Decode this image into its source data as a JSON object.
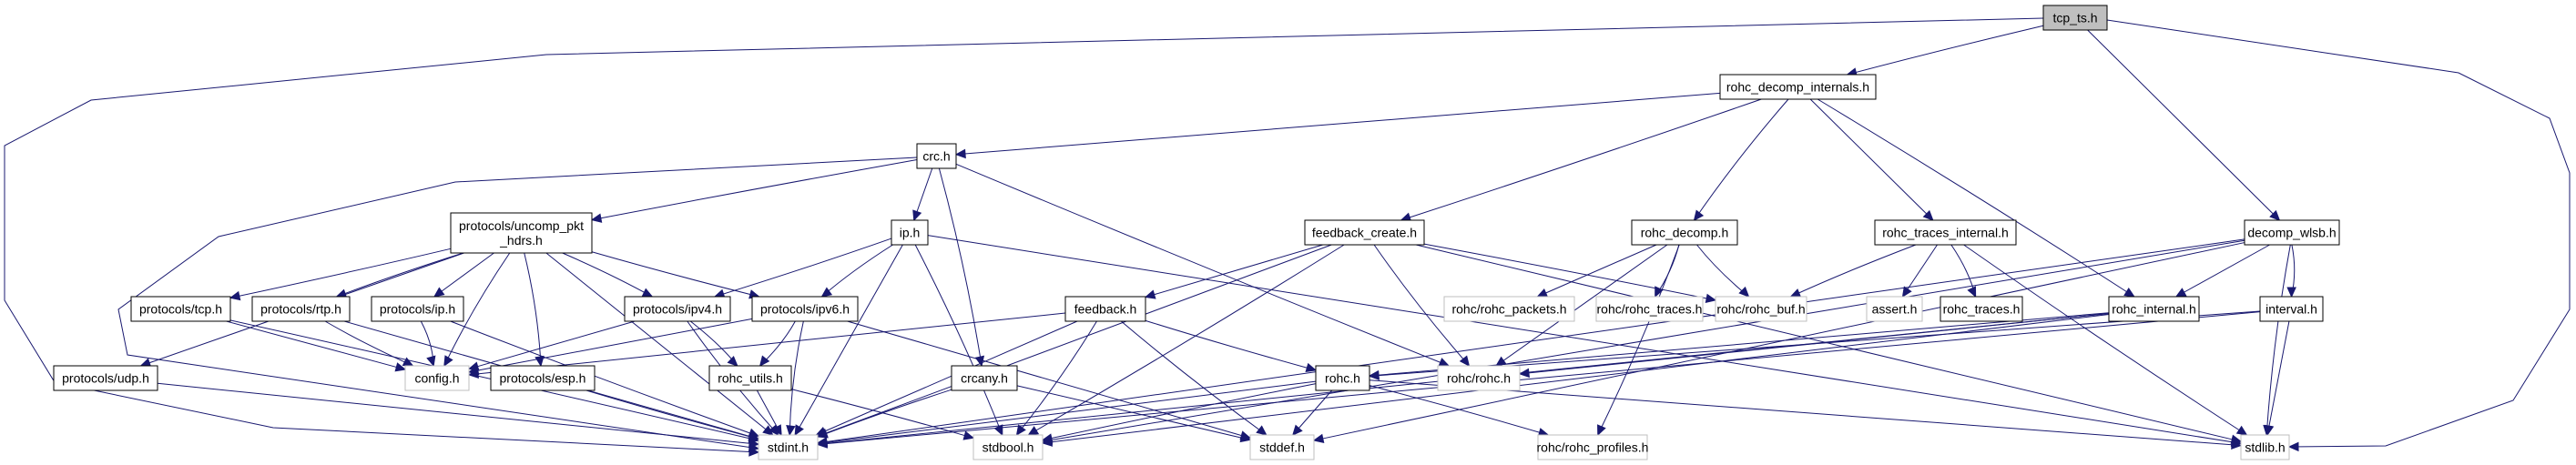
{
  "title": "tcp_ts.h include dependency graph",
  "colors": {
    "edge": "#191970",
    "root_fill": "#bfbfbf",
    "node_border": "#000000",
    "external_border": "#bfbfbf"
  },
  "nodes": [
    {
      "id": "tcp_ts",
      "label": "tcp_ts.h",
      "kind": "root"
    },
    {
      "id": "rohc_decomp_internals",
      "label": "rohc_decomp_internals.h",
      "kind": "local"
    },
    {
      "id": "crc",
      "label": "crc.h",
      "kind": "local"
    },
    {
      "id": "uncomp_pkt_hdrs",
      "label": "protocols/uncomp_pkt_hdrs.h",
      "lines": [
        "protocols/uncomp_pkt",
        "_hdrs.h"
      ],
      "kind": "local"
    },
    {
      "id": "ip",
      "label": "ip.h",
      "kind": "local"
    },
    {
      "id": "feedback_create",
      "label": "feedback_create.h",
      "kind": "local"
    },
    {
      "id": "rohc_decomp",
      "label": "rohc_decomp.h",
      "kind": "local"
    },
    {
      "id": "rohc_traces_internal",
      "label": "rohc_traces_internal.h",
      "kind": "local"
    },
    {
      "id": "decomp_wlsb",
      "label": "decomp_wlsb.h",
      "kind": "local"
    },
    {
      "id": "p_tcp",
      "label": "protocols/tcp.h",
      "kind": "local"
    },
    {
      "id": "p_rtp",
      "label": "protocols/rtp.h",
      "kind": "local"
    },
    {
      "id": "p_ip",
      "label": "protocols/ip.h",
      "kind": "local"
    },
    {
      "id": "p_ipv4",
      "label": "protocols/ipv4.h",
      "kind": "local"
    },
    {
      "id": "p_ipv6",
      "label": "protocols/ipv6.h",
      "kind": "local"
    },
    {
      "id": "feedback",
      "label": "feedback.h",
      "kind": "local"
    },
    {
      "id": "rohc_packets",
      "label": "rohc/rohc_packets.h",
      "kind": "external"
    },
    {
      "id": "rohc_traces_pub",
      "label": "rohc/rohc_traces.h",
      "kind": "external"
    },
    {
      "id": "rohc_buf",
      "label": "rohc/rohc_buf.h",
      "kind": "external"
    },
    {
      "id": "assert",
      "label": "assert.h",
      "kind": "external"
    },
    {
      "id": "rohc_traces",
      "label": "rohc_traces.h",
      "kind": "local"
    },
    {
      "id": "rohc_internal",
      "label": "rohc_internal.h",
      "kind": "local"
    },
    {
      "id": "interval",
      "label": "interval.h",
      "kind": "local"
    },
    {
      "id": "p_udp",
      "label": "protocols/udp.h",
      "kind": "local"
    },
    {
      "id": "config",
      "label": "config.h",
      "kind": "external"
    },
    {
      "id": "p_esp",
      "label": "protocols/esp.h",
      "kind": "local"
    },
    {
      "id": "rohc_utils",
      "label": "rohc_utils.h",
      "kind": "local"
    },
    {
      "id": "crcany",
      "label": "crcany.h",
      "kind": "local"
    },
    {
      "id": "rohc",
      "label": "rohc.h",
      "kind": "local"
    },
    {
      "id": "rohc_rohc",
      "label": "rohc/rohc.h",
      "kind": "external"
    },
    {
      "id": "stdint",
      "label": "stdint.h",
      "kind": "external"
    },
    {
      "id": "stdbool",
      "label": "stdbool.h",
      "kind": "external"
    },
    {
      "id": "stddef",
      "label": "stddef.h",
      "kind": "external"
    },
    {
      "id": "rohc_profiles",
      "label": "rohc/rohc_profiles.h",
      "kind": "external"
    },
    {
      "id": "stdlib",
      "label": "stdlib.h",
      "kind": "external"
    }
  ],
  "edges": [
    [
      "tcp_ts",
      "rohc_decomp_internals"
    ],
    [
      "tcp_ts",
      "decomp_wlsb"
    ],
    [
      "tcp_ts",
      "stdint"
    ],
    [
      "tcp_ts",
      "stdlib"
    ],
    [
      "rohc_decomp_internals",
      "crc"
    ],
    [
      "rohc_decomp_internals",
      "feedback_create"
    ],
    [
      "rohc_decomp_internals",
      "rohc_decomp"
    ],
    [
      "rohc_decomp_internals",
      "rohc_traces_internal"
    ],
    [
      "rohc_decomp_internals",
      "rohc_internal"
    ],
    [
      "crc",
      "uncomp_pkt_hdrs"
    ],
    [
      "crc",
      "ip"
    ],
    [
      "crc",
      "crcany"
    ],
    [
      "crc",
      "rohc_rohc"
    ],
    [
      "crc",
      "stdint"
    ],
    [
      "uncomp_pkt_hdrs",
      "p_tcp"
    ],
    [
      "uncomp_pkt_hdrs",
      "p_rtp"
    ],
    [
      "uncomp_pkt_hdrs",
      "p_ip"
    ],
    [
      "uncomp_pkt_hdrs",
      "p_ipv4"
    ],
    [
      "uncomp_pkt_hdrs",
      "p_ipv6"
    ],
    [
      "uncomp_pkt_hdrs",
      "p_udp"
    ],
    [
      "uncomp_pkt_hdrs",
      "p_esp"
    ],
    [
      "uncomp_pkt_hdrs",
      "config"
    ],
    [
      "uncomp_pkt_hdrs",
      "stdint"
    ],
    [
      "ip",
      "p_ipv4"
    ],
    [
      "ip",
      "p_ipv6"
    ],
    [
      "ip",
      "stdint"
    ],
    [
      "ip",
      "stdbool"
    ],
    [
      "ip",
      "stdlib"
    ],
    [
      "feedback_create",
      "feedback"
    ],
    [
      "feedback_create",
      "rohc_buf"
    ],
    [
      "feedback_create",
      "rohc_rohc"
    ],
    [
      "feedback_create",
      "stdint"
    ],
    [
      "feedback_create",
      "stdbool"
    ],
    [
      "feedback_create",
      "stdlib"
    ],
    [
      "rohc_decomp",
      "rohc_packets"
    ],
    [
      "rohc_decomp",
      "rohc_traces_pub"
    ],
    [
      "rohc_decomp",
      "rohc_buf"
    ],
    [
      "rohc_decomp",
      "rohc_rohc"
    ],
    [
      "rohc_decomp",
      "rohc_profiles"
    ],
    [
      "rohc_traces_internal",
      "rohc_buf"
    ],
    [
      "rohc_traces_internal",
      "assert"
    ],
    [
      "rohc_traces_internal",
      "rohc_traces"
    ],
    [
      "rohc_traces_internal",
      "stdlib"
    ],
    [
      "decomp_wlsb",
      "rohc_internal"
    ],
    [
      "decomp_wlsb",
      "interval"
    ],
    [
      "decomp_wlsb",
      "stdint"
    ],
    [
      "decomp_wlsb",
      "stdbool"
    ],
    [
      "decomp_wlsb",
      "stddef"
    ],
    [
      "decomp_wlsb",
      "stdlib"
    ],
    [
      "p_tcp",
      "config"
    ],
    [
      "p_tcp",
      "stdint"
    ],
    [
      "p_rtp",
      "config"
    ],
    [
      "p_rtp",
      "stdint"
    ],
    [
      "p_ip",
      "config"
    ],
    [
      "p_ip",
      "stdint"
    ],
    [
      "p_ipv4",
      "config"
    ],
    [
      "p_ipv4",
      "rohc_utils"
    ],
    [
      "p_ipv4",
      "stdint"
    ],
    [
      "p_ipv6",
      "config"
    ],
    [
      "p_ipv6",
      "rohc_utils"
    ],
    [
      "p_ipv6",
      "stdint"
    ],
    [
      "p_ipv6",
      "stddef"
    ],
    [
      "feedback",
      "config"
    ],
    [
      "feedback",
      "rohc"
    ],
    [
      "feedback",
      "stdint"
    ],
    [
      "feedback",
      "stdbool"
    ],
    [
      "feedback",
      "stddef"
    ],
    [
      "rohc_internal",
      "rohc"
    ],
    [
      "rohc_internal",
      "rohc_rohc"
    ],
    [
      "rohc_internal",
      "stdint"
    ],
    [
      "rohc_internal",
      "stdbool"
    ],
    [
      "interval",
      "rohc"
    ],
    [
      "interval",
      "stdint"
    ],
    [
      "interval",
      "stdlib"
    ],
    [
      "p_udp",
      "stdint"
    ],
    [
      "p_esp",
      "stdint"
    ],
    [
      "rohc_utils",
      "stdint"
    ],
    [
      "rohc_utils",
      "stdbool"
    ],
    [
      "crcany",
      "stdint"
    ],
    [
      "crcany",
      "stddef"
    ],
    [
      "rohc",
      "stdint"
    ],
    [
      "rohc",
      "stdbool"
    ],
    [
      "rohc",
      "stddef"
    ],
    [
      "rohc",
      "rohc_profiles"
    ],
    [
      "rohc",
      "stdlib"
    ]
  ]
}
